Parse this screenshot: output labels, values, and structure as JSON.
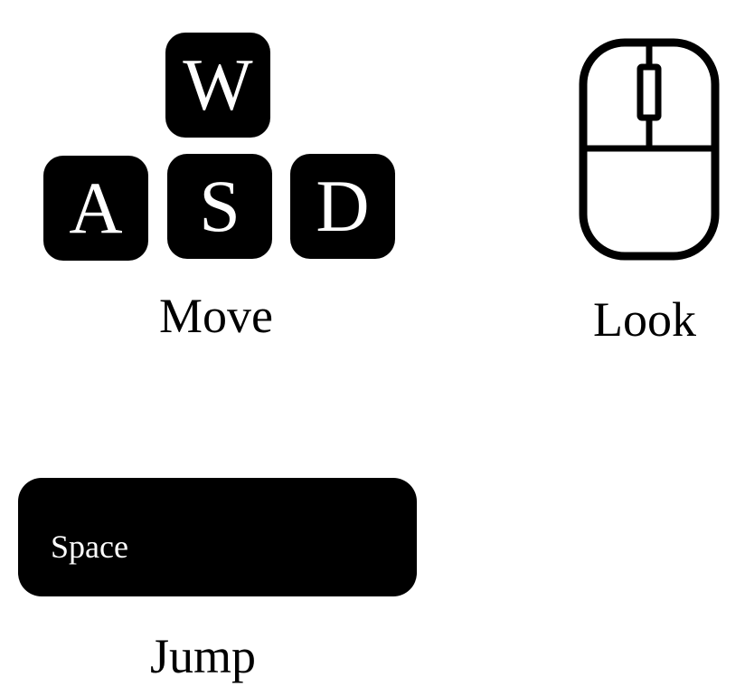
{
  "controls": {
    "move": {
      "keys": {
        "w": "W",
        "a": "A",
        "s": "S",
        "d": "D"
      },
      "caption": "Move"
    },
    "look": {
      "icon": "mouse-icon",
      "caption": "Look"
    },
    "jump": {
      "key_label": "Space",
      "caption": "Jump"
    }
  },
  "colors": {
    "key_background": "#000000",
    "key_text": "#ffffff",
    "page_background": "#ffffff",
    "text": "#000000"
  }
}
